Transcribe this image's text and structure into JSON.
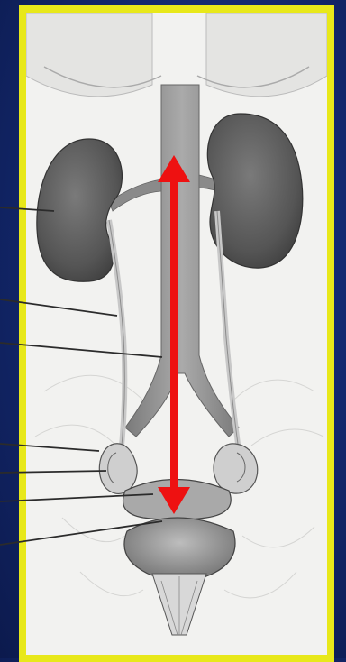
{
  "figure": {
    "subject": "urinary-system-illustration",
    "colors": {
      "background": "#142a72",
      "frame_border": "#e8e81a",
      "arrow": "#ee1111",
      "kidney": "#5a5a5a",
      "vessel": "#8a8a8a"
    },
    "leader_lines": 7,
    "arrow_direction": "bidirectional-vertical"
  }
}
